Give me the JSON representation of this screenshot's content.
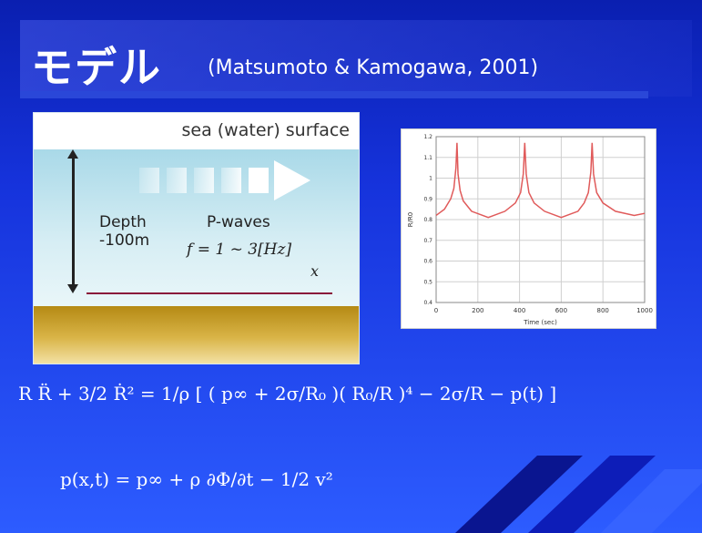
{
  "title": {
    "main": "モデル",
    "citation": "(Matsumoto & Kamogawa, 2001)"
  },
  "diagram": {
    "surface_label": "sea (water) surface",
    "depth_label_line1": "Depth",
    "depth_label_line2": "-100m",
    "pwave_label": "P-waves",
    "frequency_label": "f = 1 ~ 3[Hz]",
    "x_axis_label": "x"
  },
  "chart_data": {
    "type": "line",
    "title": "",
    "xlabel": "Time (sec)",
    "ylabel": "R/R0",
    "xlim": [
      0,
      1000
    ],
    "ylim": [
      0.4,
      1.2
    ],
    "x_ticks": [
      "0",
      "200",
      "400",
      "600",
      "800",
      "1000"
    ],
    "y_ticks": [
      "0.4",
      "0.5",
      "0.6",
      "0.7",
      "0.8",
      "0.9",
      "1",
      "1.1",
      "1.2"
    ],
    "grid": true,
    "series": [
      {
        "color": "#e05a5a",
        "x": [
          0,
          40,
          70,
          85,
          95,
          100,
          105,
          115,
          130,
          170,
          250,
          330,
          380,
          405,
          418,
          425,
          432,
          445,
          470,
          520,
          600,
          680,
          710,
          730,
          742,
          748,
          755,
          770,
          800,
          860,
          950,
          1000
        ],
        "y": [
          0.82,
          0.85,
          0.9,
          0.95,
          1.05,
          1.17,
          1.02,
          0.94,
          0.89,
          0.84,
          0.81,
          0.84,
          0.88,
          0.93,
          1.02,
          1.17,
          1.02,
          0.93,
          0.88,
          0.84,
          0.81,
          0.84,
          0.88,
          0.93,
          1.03,
          1.17,
          1.02,
          0.93,
          0.88,
          0.84,
          0.82,
          0.83
        ]
      }
    ]
  },
  "equations": {
    "rayleigh_plesset": "R R̈ + 3/2 Ṙ² = 1/ρ [ ( p∞ + 2σ/R₀ )( R₀/R )⁴ − 2σ/R − p(t) ]",
    "pressure": "p(x,t) = p∞ + ρ ∂Φ/∂t − 1/2 v²"
  },
  "colors": {
    "background_top": "#0a1fb0",
    "background_bottom": "#2d5cff",
    "accent": "#2a47d8",
    "curve": "#e05a5a"
  }
}
